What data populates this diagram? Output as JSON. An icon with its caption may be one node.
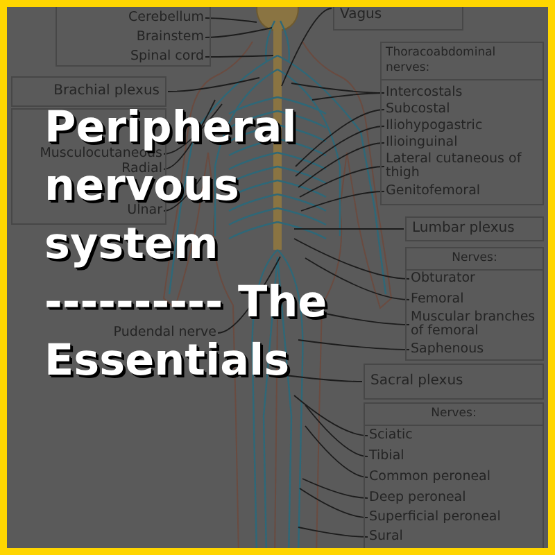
{
  "diagram": {
    "title": "Peripheral nervous system ---------- The Essentials",
    "nodes": [
      {
        "text": [],
        "shape": "box"
      },
      {
        "text": [
          "Cerebellum"
        ],
        "in": 0
      },
      {
        "text": [
          "Brainstem"
        ],
        "in": 0
      },
      {
        "text": [
          "Spinal cord"
        ],
        "in": 0
      },
      {
        "text": [
          "Vagus"
        ]
      },
      {
        "text": [
          "Thoracoabdominal nerves:"
        ]
      },
      {
        "text": [
          "Intercostals"
        ],
        "in": 5
      },
      {
        "text": [
          "Subcostal"
        ],
        "in": 5
      },
      {
        "text": [
          "Iliohypogastric"
        ],
        "in": 5
      },
      {
        "text": [
          "Ilioinguinal"
        ],
        "in": 5
      },
      {
        "text": [
          "Lateral cutaneous of thigh"
        ],
        "in": 5
      },
      {
        "text": [
          "Genitofemoral"
        ],
        "in": 5
      },
      {
        "text": [
          "Brachial plexus"
        ]
      },
      {
        "text": [],
        "shape": "box"
      },
      {
        "text": [
          "Musculocutaneous"
        ],
        "in": 13
      },
      {
        "text": [
          "Radial"
        ],
        "in": 13
      },
      {
        "text": [
          "Ulnar"
        ],
        "in": 13
      },
      {
        "text": [
          "Lumbar plexus"
        ]
      },
      {
        "text": [
          "Nerves:"
        ]
      },
      {
        "text": [
          "Obturator"
        ],
        "in": 18
      },
      {
        "text": [
          "Femoral"
        ],
        "in": 18
      },
      {
        "text": [
          "Muscular branches of femoral"
        ],
        "in": 18
      },
      {
        "text": [
          "Saphenous"
        ],
        "in": 18
      },
      {
        "text": [
          "Pudendal nerve"
        ]
      },
      {
        "text": [
          "Sacral plexus"
        ]
      },
      {
        "text": [
          "Nerves:"
        ]
      },
      {
        "text": [
          "Sciatic"
        ],
        "in": 25
      },
      {
        "text": [
          "Tibial"
        ],
        "in": 25
      },
      {
        "text": [
          "Common peroneal"
        ],
        "in": 25
      },
      {
        "text": [
          "Deep peroneal"
        ],
        "in": 25
      },
      {
        "text": [
          "Superficial peroneal"
        ],
        "in": 25
      },
      {
        "text": [
          "Sural"
        ],
        "in": 25
      }
    ],
    "edges": [
      {
        "from": 1,
        "to": null,
        "arrow": "none"
      },
      {
        "from": 2,
        "to": null,
        "arrow": "none"
      },
      {
        "from": 3,
        "to": null,
        "arrow": "none"
      },
      {
        "from": 4,
        "to": null,
        "arrow": "none"
      },
      {
        "from": 6,
        "to": null,
        "arrow": "none"
      },
      {
        "from": 6,
        "to": null,
        "arrow": "none"
      },
      {
        "from": 7,
        "to": null,
        "arrow": "none"
      },
      {
        "from": 8,
        "to": null,
        "arrow": "none"
      },
      {
        "from": 9,
        "to": null,
        "arrow": "none"
      },
      {
        "from": 10,
        "to": null,
        "arrow": "none"
      },
      {
        "from": 11,
        "to": null,
        "arrow": "none"
      },
      {
        "from": 12,
        "to": null,
        "arrow": "none"
      },
      {
        "from": 14,
        "to": null,
        "arrow": "none"
      },
      {
        "from": 15,
        "to": null,
        "arrow": "none"
      },
      {
        "from": 16,
        "to": null,
        "arrow": "none"
      },
      {
        "from": 17,
        "to": null,
        "arrow": "none"
      },
      {
        "from": 19,
        "to": null,
        "arrow": "none"
      },
      {
        "from": 20,
        "to": null,
        "arrow": "none"
      },
      {
        "from": 21,
        "to": null,
        "arrow": "none"
      },
      {
        "from": 22,
        "to": null,
        "arrow": "none"
      },
      {
        "from": 23,
        "to": null,
        "arrow": "none"
      },
      {
        "from": 24,
        "to": null,
        "arrow": "none"
      },
      {
        "from": 26,
        "to": null,
        "arrow": "none"
      },
      {
        "from": 27,
        "to": null,
        "arrow": "none"
      },
      {
        "from": 28,
        "to": null,
        "arrow": "none"
      },
      {
        "from": 29,
        "to": null,
        "arrow": "none"
      },
      {
        "from": 30,
        "to": null,
        "arrow": "none"
      },
      {
        "from": 31,
        "to": null,
        "arrow": "none"
      }
    ]
  }
}
